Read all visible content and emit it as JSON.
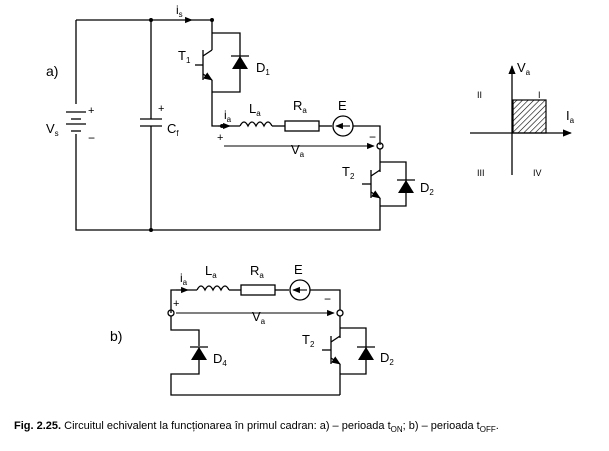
{
  "circuit_a": {
    "panel_label": "a)",
    "i_s": "i",
    "i_s_sub": "s",
    "T1": "T",
    "T1_sub": "1",
    "D1": "D",
    "D1_sub": "1",
    "Vs": "V",
    "Vs_sub": "s",
    "Cf": "C",
    "Cf_sub": "f",
    "ia": "i",
    "ia_sub": "a",
    "La": "L",
    "La_sub": "a",
    "Ra": "R",
    "Ra_sub": "a",
    "E": "E",
    "Va": "V",
    "Va_sub": "a",
    "T2": "T",
    "T2_sub": "2",
    "D2": "D",
    "D2_sub": "2",
    "plus": "+",
    "minus": "−"
  },
  "circuit_b": {
    "panel_label": "b)",
    "ia": "i",
    "ia_sub": "a",
    "La": "L",
    "La_sub": "a",
    "Ra": "R",
    "Ra_sub": "a",
    "E": "E",
    "Va": "V",
    "Va_sub": "a",
    "T2": "T",
    "T2_sub": "2",
    "D2": "D",
    "D2_sub": "2",
    "D4": "D",
    "D4_sub": "4",
    "plus": "+",
    "minus": "−"
  },
  "quadrant": {
    "y_axis": "V",
    "y_axis_sub": "a",
    "x_axis": "I",
    "x_axis_sub": "a",
    "q1": "I",
    "q2": "II",
    "q3": "III",
    "q4": "IV"
  },
  "caption": {
    "fig": "Fig. 2.25.",
    "text": " Circuitul echivalent la funcționarea în primul cadran: a) – perioada t",
    "on": "ON",
    "mid": "; b) – perioada t",
    "off": "OFF",
    "end": "."
  }
}
